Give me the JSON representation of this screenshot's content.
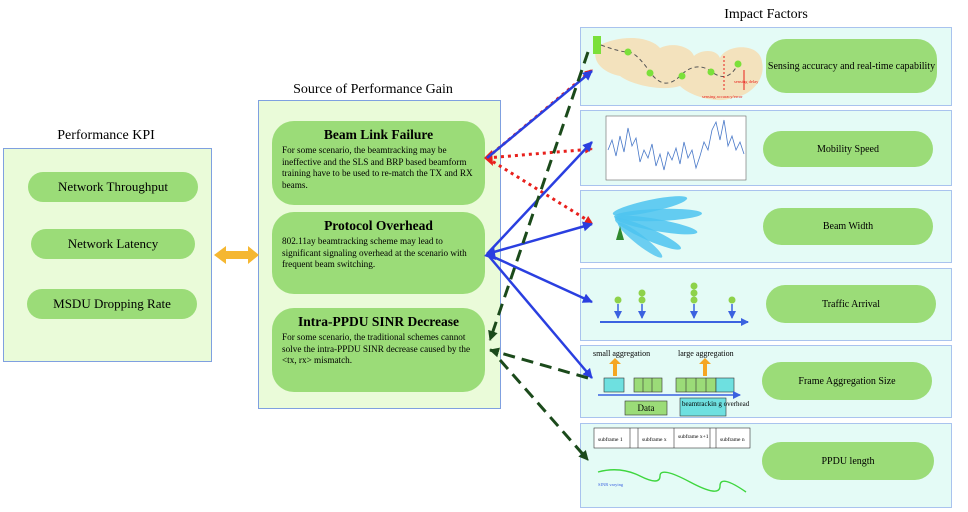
{
  "titles": {
    "kpi": "Performance KPI",
    "source": "Source of Performance Gain",
    "impact": "Impact Factors"
  },
  "kpis": [
    "Network Throughput",
    "Network Latency",
    "MSDU Dropping Rate"
  ],
  "sources": [
    {
      "title": "Beam Link Failure",
      "text": "For some scenario, the beamtracking may be ineffective and the SLS and BRP based beamform training have to be used to re-match the TX and RX beams."
    },
    {
      "title": "Protocol Overhead",
      "text": "802.11ay beamtracking scheme may lead to significant signaling overhead at the scenario with frequent beam switching."
    },
    {
      "title": "Intra-PPDU SINR Decrease",
      "text": "For some scenario, the traditional schemes cannot solve the intra-PPDU SINR decrease caused by the <tx, rx> mismatch."
    }
  ],
  "factors": [
    "Sensing accuracy and real-time capability",
    "Mobility Speed",
    "Beam Width",
    "Traffic Arrival",
    "Frame Aggregation Size",
    "PPDU length"
  ],
  "thumb_labels": {
    "sensing_delay": "sensing delay",
    "sensing_accuracy": "sensing accuracy/error",
    "small_aggregation": "small aggregation",
    "large_aggregation": "large aggregation",
    "data": "Data",
    "bt_overhead": "beamtrackin g overhead",
    "subframe_1": "subframe 1",
    "subframe_x": "subframe x",
    "subframe_x1": "subframe x+1",
    "subframe_n": "subframe n",
    "sinr": "SINR varying"
  },
  "colors": {
    "panel": "#eafbd9",
    "pill": "#9bdc78",
    "impact_bg": "#e4fbf6",
    "red": "#e8201c",
    "blue": "#2a3fe0",
    "dark_green": "#1b4a1b",
    "orange": "#f5b731"
  }
}
